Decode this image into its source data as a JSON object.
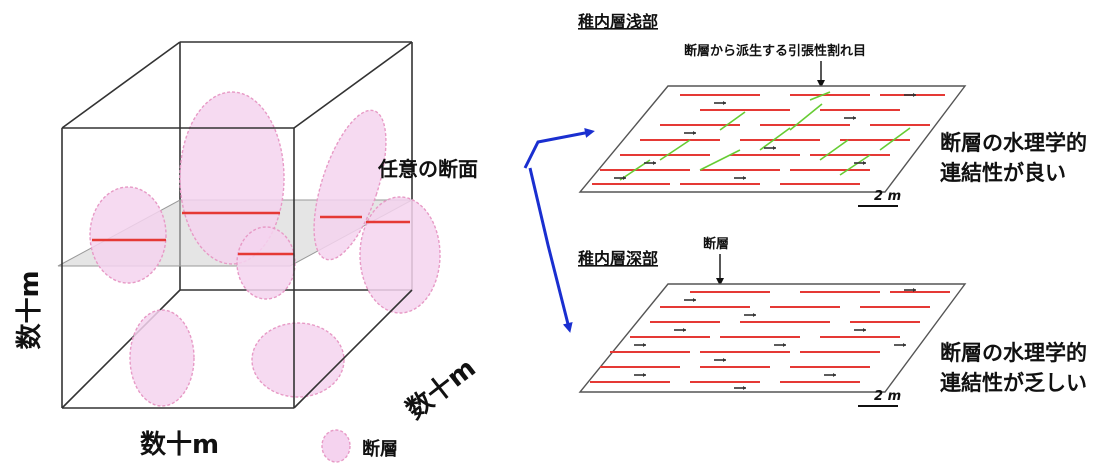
{
  "labels": {
    "any_section": "任意の断面",
    "dim_left": "数十m",
    "dim_bottom": "数十m",
    "dim_right": "数十m",
    "legend_fault": "断層"
  },
  "shallow": {
    "title": "稚内層浅部",
    "annotation": "断層から派生する引張性割れ目",
    "scale": "2 m",
    "result_line1": "断層の水理学的",
    "result_line2": "連結性が良い"
  },
  "deep": {
    "title": "稚内層深部",
    "annotation": "断層",
    "scale": "2 m",
    "result_line1": "断層の水理学的",
    "result_line2": "連結性が乏しい"
  },
  "colors": {
    "fault_fill": "#f5d3ef",
    "fault_stroke": "#e79ac6",
    "fault_trace": "#e53935",
    "tension_crack": "#66cc33",
    "plane_fill": "#cfcfcf",
    "arrow_blue": "#1a2fd0"
  }
}
